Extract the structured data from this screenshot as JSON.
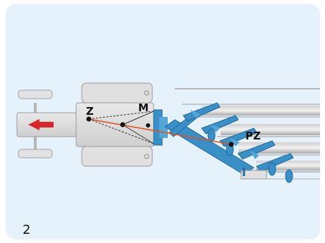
{
  "figure": {
    "number": "2",
    "point_labels": {
      "z": "Z",
      "m": "M",
      "pz": "PZ"
    }
  },
  "colors": {
    "panel_background": "#e6f2fb",
    "tractor_body": "#d8d8d8",
    "tractor_outline": "#9a9a9a",
    "direction_arrow": "#d8262a",
    "plough_frame": "#3a8fc7",
    "pull_line": "#e0531e",
    "soil_furrows": "#bdbdbd"
  },
  "icons": {
    "direction": "arrow-left-icon",
    "implement": "plough-icon",
    "vehicle": "tractor-icon"
  }
}
